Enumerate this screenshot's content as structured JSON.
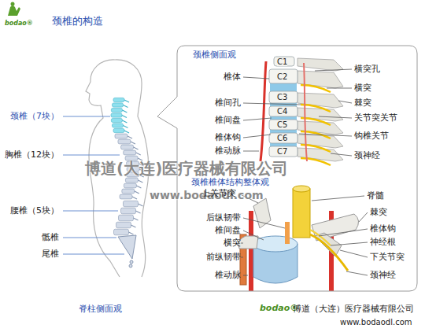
{
  "diagram": {
    "title": "颈椎的构造",
    "nodes": [
      {
        "text": [
          "颈椎侧面观",
          "颈椎椎体结构整体观"
        ]
      }
    ],
    "labels": [
      "bodao®",
      "颈椎（7块）",
      "胸椎（12块）",
      "腰椎（5块）",
      "骶椎",
      "尾椎",
      "脊柱侧面观",
      "C1",
      "C2",
      "C3",
      "C4",
      "C5",
      "C6",
      "C7",
      "椎体",
      "椎间孔",
      "椎间盘",
      "椎体钩",
      "椎动脉",
      "横突孔",
      "横突",
      "棘突",
      "关节突关节",
      "钩椎关节",
      "颈神经",
      "博道(大连)医疗器械有限公司",
      "www.bodaodl.com",
      "上关节突",
      "后纵韧带",
      "椎间盘",
      "横突",
      "前纵韧带",
      "椎动脉",
      "脊髓",
      "棘突",
      "椎体钩",
      "神经根",
      "下关节突",
      "颈神经",
      "bodao®",
      "博道（大连）医疗器械有限公司",
      "www.bodaodl.com"
    ]
  }
}
